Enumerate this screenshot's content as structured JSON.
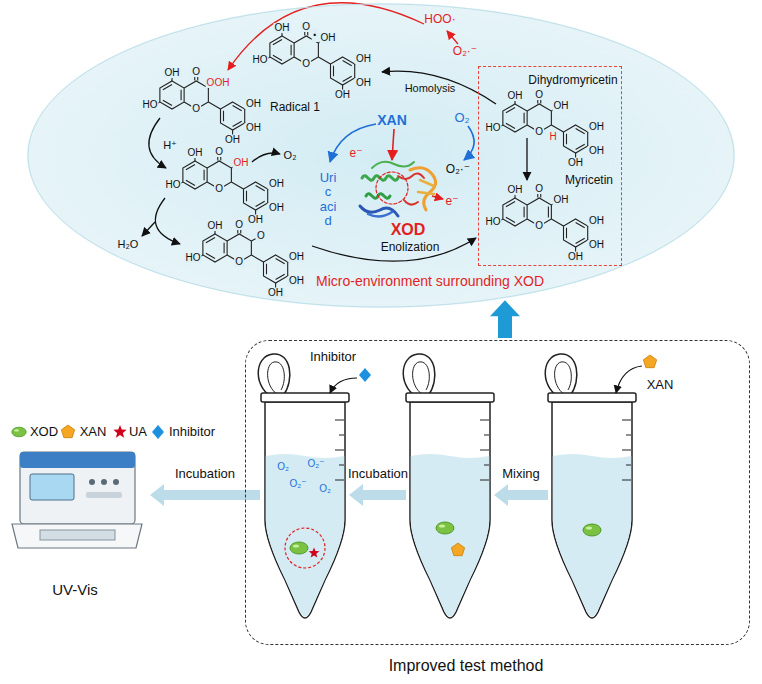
{
  "diagram": {
    "nodes": [
      {
        "text": [
          "Micro-environment surrounding XOD"
        ]
      },
      {
        "text": [
          "Dihydromyricetin",
          "Myricetin"
        ],
        "in": 0
      },
      {
        "text": [
          "Improved test method"
        ]
      }
    ],
    "edges": [
      {
        "from": 2,
        "to": 0,
        "arrow": "to"
      }
    ],
    "labels": [
      "OH",
      "HO",
      "O",
      "O",
      "OH",
      "OH",
      "OH",
      "OH",
      "·",
      "OH",
      "HO",
      "O",
      "O",
      "OOH",
      "OH",
      "OH",
      "OH",
      "OH",
      "HO",
      "O",
      "O",
      "OH",
      "OH",
      "OH",
      "OH",
      "OH",
      "HO",
      "O",
      "O",
      "O",
      "OH",
      "OH",
      "OH",
      "OH",
      "HO",
      "O",
      "O",
      "OH",
      "OH",
      "OH",
      "OH",
      "H",
      "OH",
      "HO",
      "O",
      "O",
      "OH",
      "OH",
      "OH",
      "OH",
      "Radical 1",
      "HOO·",
      "O₂·⁻",
      "Homolysis",
      "XAN",
      "O₂",
      "H⁺",
      "O₂",
      "Uri c aci d",
      "XOD",
      "e⁻",
      "e⁻",
      "O₂·⁻",
      "H₂O",
      "Enolization",
      "Inhibitor",
      "XAN",
      "Mixing",
      "Incubation",
      "Incubation",
      "O₂",
      "O₂⁻",
      "O₂⁻",
      "O₂",
      "UV-Vis"
    ],
    "legend": [
      {
        "text": "XOD"
      },
      {
        "text": "XAN"
      },
      {
        "text": "UA"
      },
      {
        "text": "Inhibitor"
      }
    ]
  }
}
